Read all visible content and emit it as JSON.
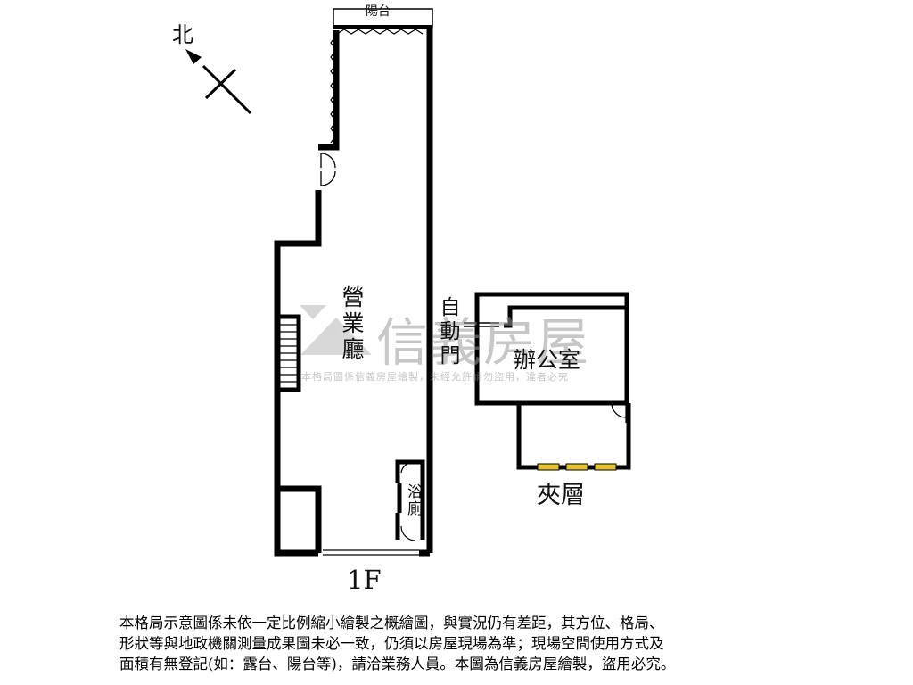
{
  "compass": {
    "north": "北"
  },
  "rooms": {
    "balcony": "陽台",
    "hall": "營業廳",
    "auto_door": "自動門",
    "office": "辦公室",
    "bathroom": "浴廁",
    "mezzanine": "夾層"
  },
  "floor_label": "1F",
  "watermark": {
    "brand": "信義房屋",
    "notice": "本格局圖係信義房屋繪製，未經允許請勿盜用，違者必究"
  },
  "disclaimer": [
    "本格局示意圖係未依一定比例縮小繪製之概繪圖，與實況仍有差距，其方位、格局、",
    "形狀等與地政機關測量成果圖未必一致，仍須以房屋現場為準；現場空間使用方式及",
    "面積有無登記(如：露台、陽台等)，請洽業務人員。本圖為信義房屋繪製，盜用必究。"
  ]
}
